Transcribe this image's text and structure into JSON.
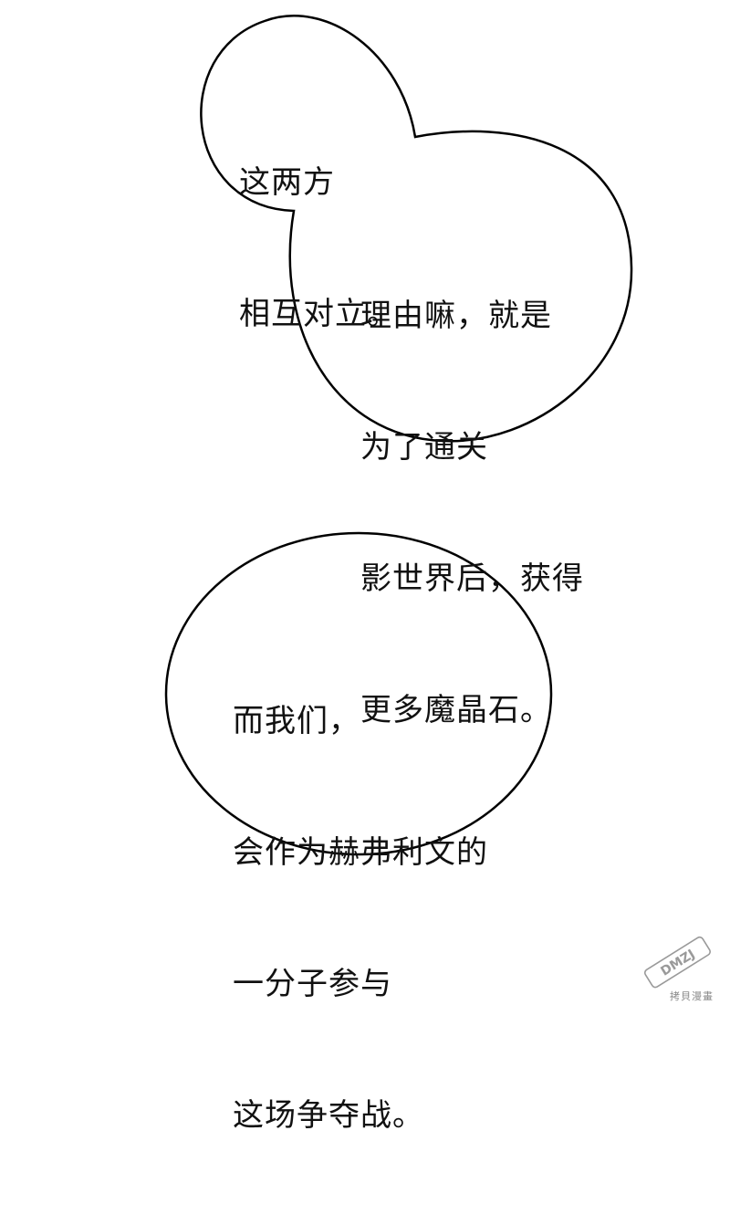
{
  "panel": {
    "bubbles": [
      {
        "lines": [
          "这两方",
          "相互对立。"
        ]
      },
      {
        "lines": [
          "理由嘛，就是",
          "为了通关",
          "影世界后，获得",
          "更多魔晶石。"
        ]
      },
      {
        "lines": [
          "而我们，",
          "会作为赫弗利文的",
          "一分子参与",
          "这场争夺战。"
        ]
      }
    ]
  },
  "watermark": {
    "logo": "DMZJ",
    "caption": "拷貝漫畫",
    "logo_icon": "dmzj-logo-icon",
    "color": "#9a9a9a"
  }
}
